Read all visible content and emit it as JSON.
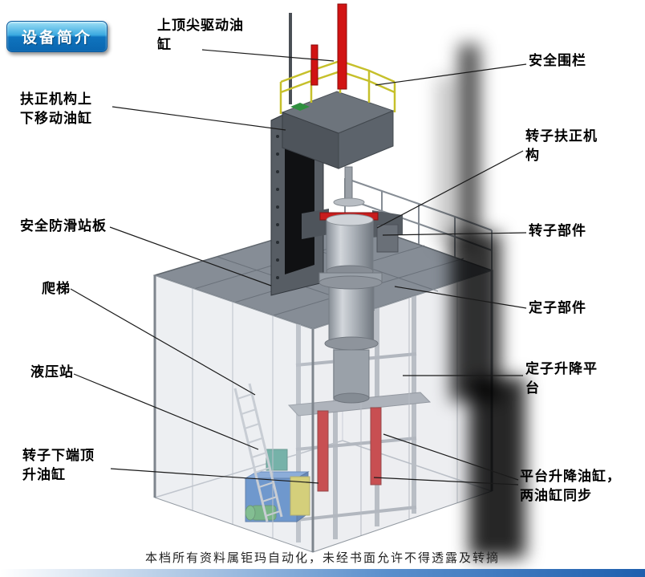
{
  "badge": {
    "label": "设备简介"
  },
  "labels": [
    {
      "id": "top-tip-drive-cylinder",
      "text": "上顶尖驱动油\n缸"
    },
    {
      "id": "safety-fence",
      "text": "安全围栏"
    },
    {
      "id": "centering-updown-cylinder",
      "text": "扶正机构上\n下移动油缸"
    },
    {
      "id": "rotor-centering-mechanism",
      "text": "转子扶正机\n构"
    },
    {
      "id": "anti-slip-platform",
      "text": "安全防滑站板"
    },
    {
      "id": "rotor-part",
      "text": "转子部件"
    },
    {
      "id": "ladder",
      "text": "爬梯"
    },
    {
      "id": "stator-part",
      "text": "定子部件"
    },
    {
      "id": "hydraulic-station",
      "text": "液压站"
    },
    {
      "id": "stator-lift-platform",
      "text": "定子升降平\n台"
    },
    {
      "id": "rotor-bottom-jack-cylinder",
      "text": "转子下端顶\n升油缸"
    },
    {
      "id": "platform-lift-cylinders",
      "text": "平台升降油缸，\n两油缸同步"
    }
  ],
  "footer": {
    "text": "本档所有资料属钜玛自动化，未经书面允许不得透露及转摘"
  },
  "colors": {
    "accent_red": "#d11313",
    "badge_blue": "#0f74be",
    "railing_yellow": "#c6c02b",
    "hydraulic_blue": "#2e6ec1",
    "pump_green": "#3f9e4f"
  }
}
